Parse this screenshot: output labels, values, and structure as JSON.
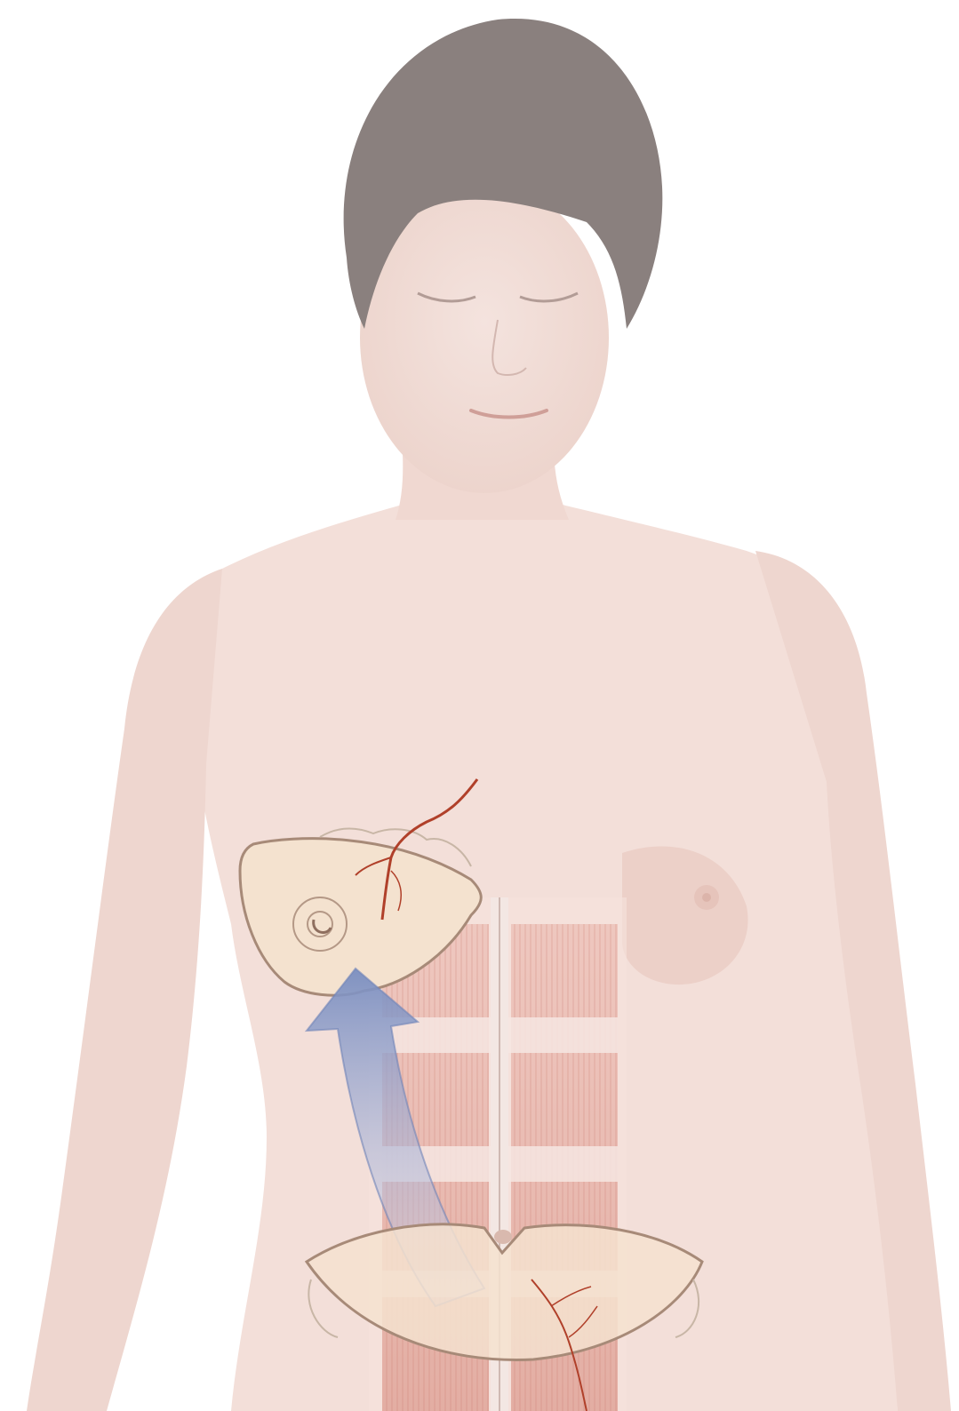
{
  "figure": {
    "subject": "torso-illustration",
    "colors": {
      "background": "#ffffff",
      "skin": "#f3dfd9",
      "skin_shadow": "#e7cbc3",
      "hair": "#8a807e",
      "flap_fill": "#f4e2cf",
      "flap_outline": "#a78a78",
      "muscle": "#dc9a90",
      "muscle_light": "#f6e2dc",
      "artery": "#b0402a",
      "arrow": "#7f93c3"
    },
    "parts": {
      "flap_top": "breast-flap",
      "flap_bottom": "abdominal-flap",
      "muscle": "rectus-abdominis",
      "vessel": "artery",
      "arrow": "transfer-arrow"
    }
  }
}
